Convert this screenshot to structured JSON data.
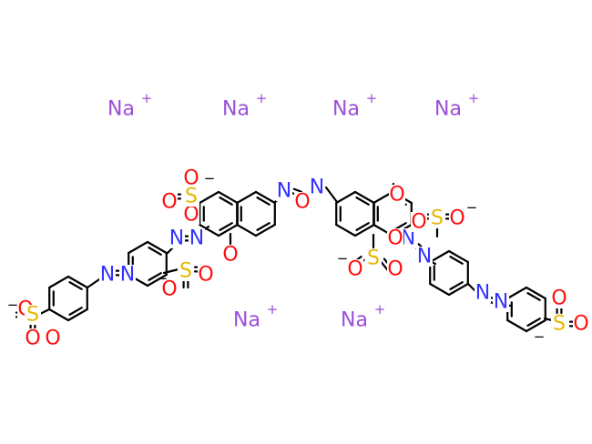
{
  "colors": {
    "bond": "#000000",
    "N": "#3333ff",
    "O": "#ff0d0d",
    "S": "#e6b800",
    "Na": "#9b4fd6",
    "charge": "#000000"
  },
  "labels": {
    "N": "N",
    "O": "O",
    "S": "S",
    "Na": "Na",
    "minus": "−",
    "plus": "+"
  }
}
